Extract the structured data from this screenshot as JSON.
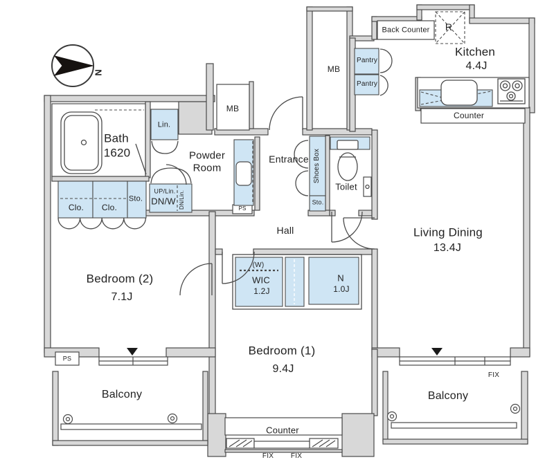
{
  "floorplan": {
    "compass": "N",
    "rooms": {
      "bath": {
        "name": "Bath",
        "size": "1620"
      },
      "powder": {
        "line1": "Powder",
        "line2": "Room"
      },
      "entrance": {
        "name": "Entrance"
      },
      "toilet": {
        "name": "Toilet"
      },
      "hall": {
        "name": "Hall"
      },
      "kitchen": {
        "name": "Kitchen",
        "size": "4.4J"
      },
      "living": {
        "name": "Living Dining",
        "size": "13.4J"
      },
      "bedroom1": {
        "name": "Bedroom (1)",
        "size": "9.4J"
      },
      "bedroom2": {
        "name": "Bedroom (2)",
        "size": "7.1J"
      },
      "wic": {
        "tag": "(W)",
        "name": "WIC",
        "size": "1.2J"
      },
      "n_storage": {
        "name": "N",
        "size": "1.0J"
      },
      "balcony_left": "Balcony",
      "balcony_right": "Balcony"
    },
    "fixtures": {
      "lin": "Lin.",
      "clo_a": "Clo.",
      "clo_b": "Clo.",
      "sto_a": "Sto.",
      "up_lin": "UP/Lin.",
      "dn_w": "DN/W",
      "dn_lin": "DN/Lin.",
      "mb_a": "MB",
      "mb_b": "MB",
      "pantry_a": "Pantry",
      "pantry_b": "Pantry",
      "back_counter": "Back Counter",
      "fridge": "R",
      "kitchen_counter": "Counter",
      "bay_counter": "Counter",
      "shoes_box": "Shoes Box",
      "shoes_sto": "Sto.",
      "ps_a": "PS",
      "ps_b": "PS",
      "fix_a": "FIX",
      "fix_b": "FIX",
      "fix_c": "FIX"
    },
    "colors": {
      "wall": "#d8d8d8",
      "outline": "#4a4a4a",
      "cabinet": "#cfe5f4",
      "text": "#222222"
    }
  }
}
